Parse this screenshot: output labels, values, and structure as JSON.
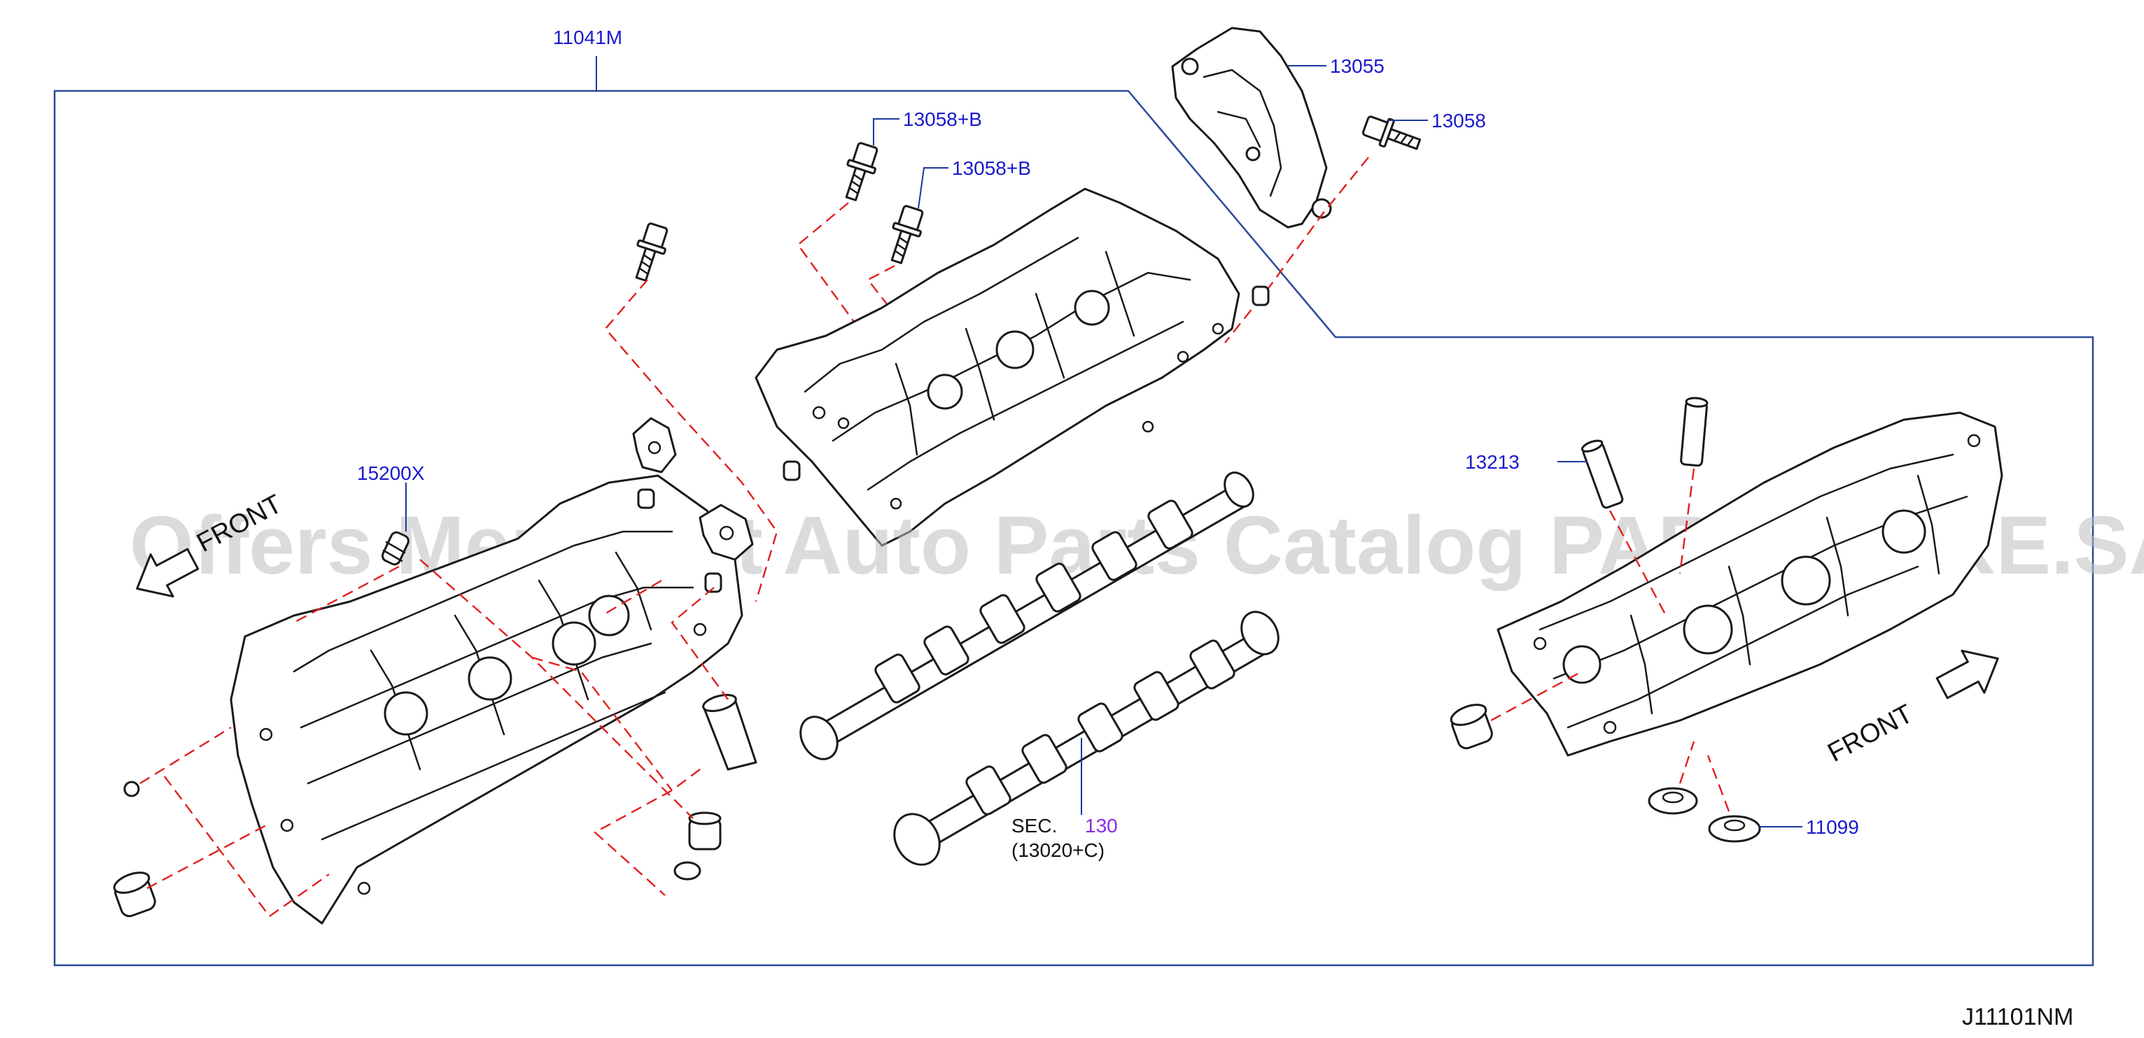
{
  "callouts": {
    "head_assembly": "11041M",
    "cover": "13055",
    "bolt_right": "13058",
    "bolt_b1": "13058+B",
    "bolt_b2": "13058+B",
    "plug": "15200X",
    "dowel": "13213",
    "seal": "11099"
  },
  "section": {
    "prefix": "SEC.",
    "number": "130",
    "subref": "(13020+C)"
  },
  "front_labels": {
    "left": "FRONT",
    "right": "FRONT"
  },
  "diagram_code": "J11101NM",
  "watermark": "Offers Merchant Auto Parts Catalog PARTSTORE.SA",
  "icons": [
    "front-arrow-icon",
    "bolt-icon",
    "camshaft-icon",
    "cylinder-head-icon"
  ],
  "colors": {
    "callout": "#1a1acc",
    "section_number": "#8a2be2",
    "dash_line": "#e02020",
    "frame": "#2a4a9a"
  }
}
